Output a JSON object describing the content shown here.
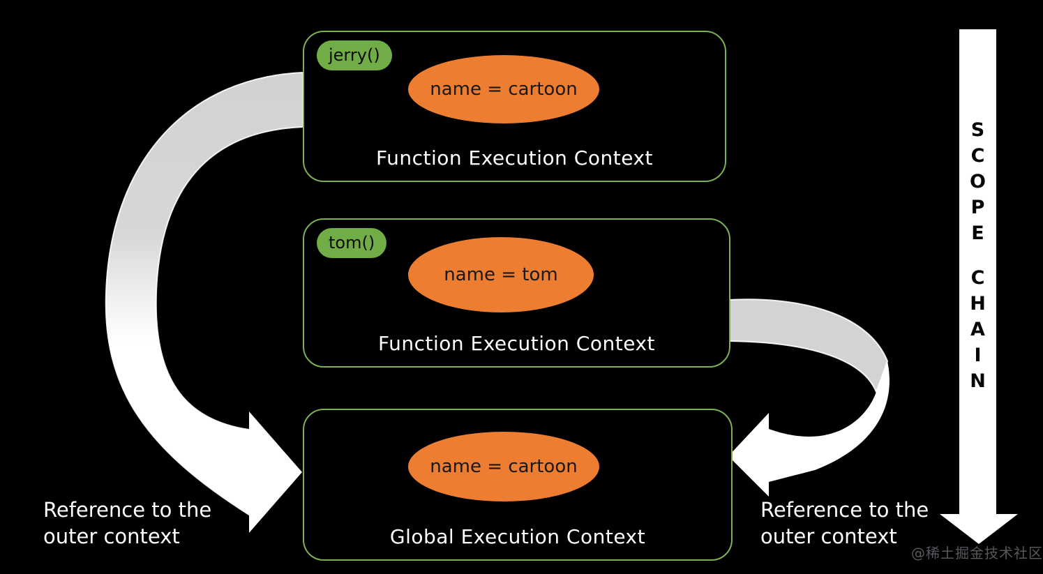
{
  "title": "JavaScript scope chain execution contexts diagram",
  "colors": {
    "background": "#000000",
    "box_border_green": "#7cb356",
    "function_badge_green": "#70ad47",
    "variable_ellipse_orange": "#ed7d31",
    "ribbon_gray": "#d3d3d3",
    "arrow_white": "#ffffff",
    "caption_text": "#ffffff",
    "badge_text": "#0a0a0a",
    "watermark_gray": "#56595d"
  },
  "boxes": [
    {
      "id": "jerry",
      "label": "jerry()",
      "variable": "name = cartoon",
      "caption": "Function Execution Context"
    },
    {
      "id": "tom",
      "label": "tom()",
      "variable": "name = tom",
      "caption": "Function Execution Context"
    },
    {
      "id": "global",
      "label": null,
      "variable": "name = cartoon",
      "caption": "Global Execution Context"
    }
  ],
  "annotations": {
    "left_reference": {
      "line1": "Reference to the",
      "line2": "outer context"
    },
    "right_reference": {
      "line1": "Reference to the",
      "line2": "outer context"
    }
  },
  "scope_chain": {
    "word1": [
      "S",
      "C",
      "O",
      "P",
      "E"
    ],
    "word2": [
      "C",
      "H",
      "A",
      "I",
      "N"
    ]
  },
  "watermark": "@稀土掘金技术社区"
}
